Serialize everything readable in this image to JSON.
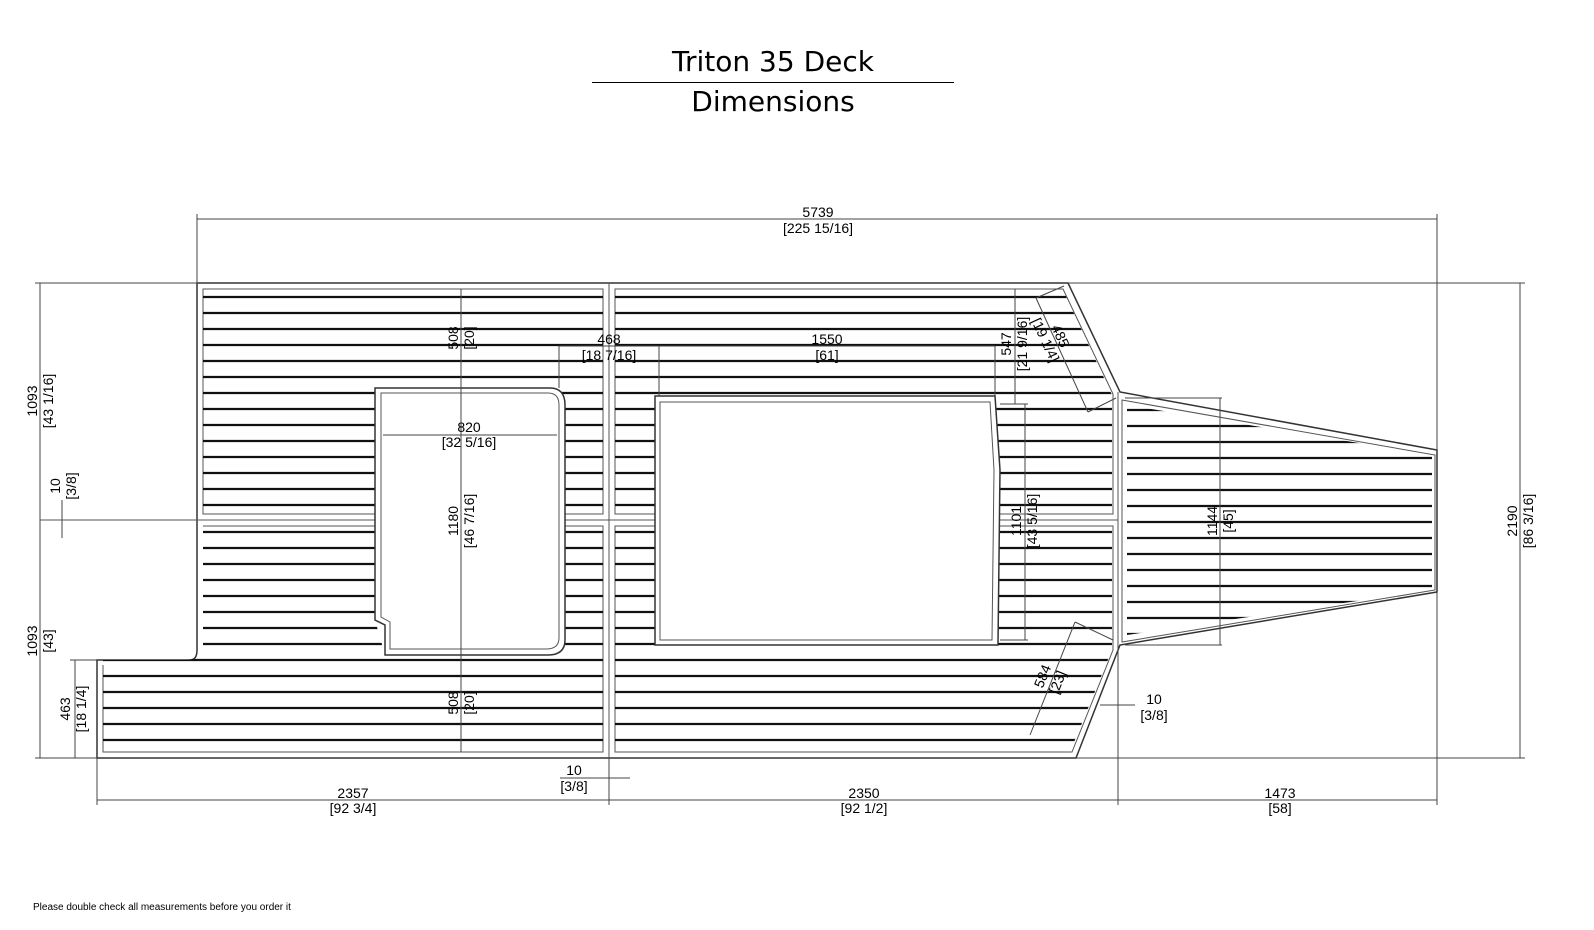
{
  "title": "Triton 35 Deck Dimensions",
  "footer_note": "Please double check all measurements before you order it",
  "dimensions": {
    "overall_length": {
      "mm": "5739",
      "inch": "[225 15/16]"
    },
    "overall_width": {
      "mm": "2190",
      "inch": "[86 3/16]"
    },
    "left_upper_height": {
      "mm": "1093",
      "inch": "[43 1/16]"
    },
    "left_lower_height": {
      "mm": "1093",
      "inch": "[43]"
    },
    "left_gap": {
      "mm": "10",
      "inch": "[3/8]"
    },
    "step_height": {
      "mm": "463",
      "inch": "[18 1/4]"
    },
    "section_a_length": {
      "mm": "2357",
      "inch": "[92 3/4]"
    },
    "section_b_length": {
      "mm": "2350",
      "inch": "[92 1/2]"
    },
    "section_c_length": {
      "mm": "1473",
      "inch": "[58]"
    },
    "bottom_gap": {
      "mm": "10",
      "inch": "[3/8]"
    },
    "right_gap": {
      "mm": "10",
      "inch": "[3/8]"
    },
    "upper_strip_width": {
      "mm": "508",
      "inch": "[20]"
    },
    "lower_strip_width": {
      "mm": "508",
      "inch": "[20]"
    },
    "cutout_a_width": {
      "mm": "820",
      "inch": "[32 5/16]"
    },
    "cutout_a_height": {
      "mm": "1180",
      "inch": "[46 7/16]"
    },
    "side_strip": {
      "mm": "468",
      "inch": "[18 7/16]"
    },
    "hatch_length": {
      "mm": "1550",
      "inch": "[61]"
    },
    "upper_corner_depth": {
      "mm": "547",
      "inch": "[21 9/16]"
    },
    "upper_bevel": {
      "mm": "485",
      "inch": "[19 1/4]"
    },
    "hatch_side": {
      "mm": "1101",
      "inch": "[43 5/16]"
    },
    "bow_width": {
      "mm": "1144",
      "inch": "[45]"
    },
    "lower_bevel": {
      "mm": "584",
      "inch": "[23]"
    }
  }
}
